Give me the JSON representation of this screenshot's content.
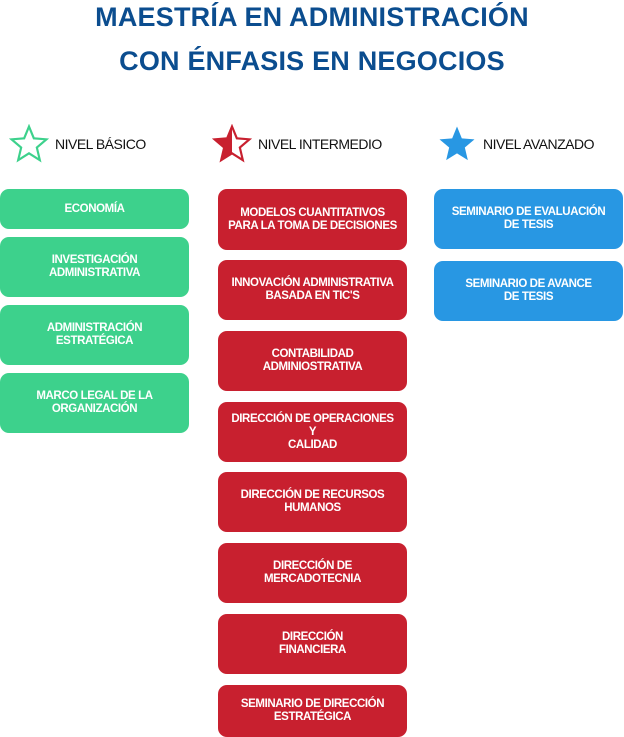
{
  "title": {
    "line1": "MAESTRÍA EN ADMINISTRACIÓN",
    "line2": "CON ÉNFASIS EN NEGOCIOS"
  },
  "colors": {
    "title": "#0b4d8f",
    "basic": "#3dd18c",
    "intermediate": "#c8202f",
    "advanced": "#2897e3"
  },
  "levels": [
    {
      "label": "NIVEL BÁSICO",
      "icon": "star-outline-icon",
      "courses": [
        "ECONOMÍA",
        "INVESTIGACIÓN\nADMINISTRATIVA",
        "ADMINISTRACIÓN\nESTRATÉGICA",
        "MARCO LEGAL DE LA\nORGANIZACIÓN"
      ]
    },
    {
      "label": "NIVEL INTERMEDIO",
      "icon": "star-half-icon",
      "courses": [
        "MODELOS CUANTITATIVOS\nPARA LA TOMA DE DECISIONES",
        "INNOVACIÓN ADMINISTRATIVA\nBASADA EN TIC'S",
        "CONTABILIDAD\nADMINIOSTRATIVA",
        "DIRECCIÓN DE OPERACIONES\nY\nCALIDAD",
        "DIRECCIÓN DE RECURSOS\nHUMANOS",
        "DIRECCIÓN DE\nMERCADOTECNIA",
        "DIRECCIÓN\nFINANCIERA",
        "SEMINARIO DE DIRECCIÓN\nESTRATÉGICA"
      ]
    },
    {
      "label": "NIVEL AVANZADO",
      "icon": "star-filled-icon",
      "courses": [
        "SEMINARIO DE EVALUACIÓN\nDE TESIS",
        "SEMINARIO DE AVANCE\nDE TESIS"
      ]
    }
  ]
}
